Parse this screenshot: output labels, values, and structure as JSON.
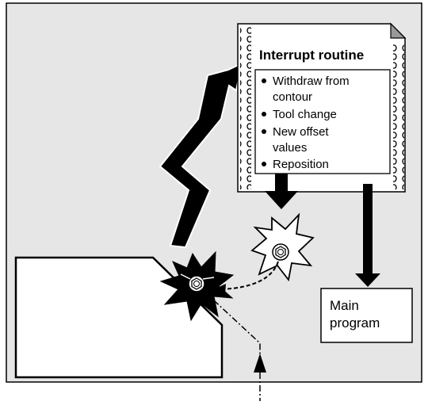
{
  "document": {
    "title": "Interrupt routine",
    "steps": [
      "Withdraw from",
      "contour",
      "Tool change",
      "New offset",
      "values",
      "Reposition"
    ],
    "main_program": [
      "Main",
      "program"
    ]
  },
  "colors": {
    "background": "#e6e6e6",
    "ink": "#000000",
    "paper": "#ffffff"
  }
}
